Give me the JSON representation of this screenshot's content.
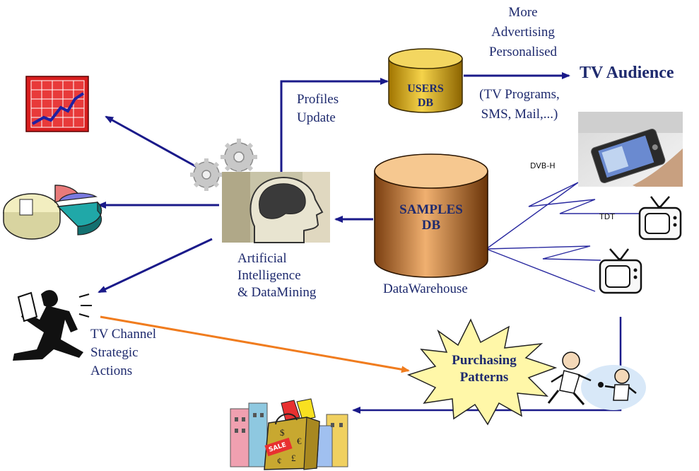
{
  "labels": {
    "more_advertising": [
      "More",
      "Advertising",
      "Personalised"
    ],
    "tv_audience": "TV Audience",
    "channels_note": [
      "(TV Programs,",
      "SMS, Mail,...)"
    ],
    "users_db": [
      "USERS",
      "DB"
    ],
    "profiles_update": [
      "Profiles",
      "Update"
    ],
    "samples_db": [
      "SAMPLES",
      "DB"
    ],
    "data_warehouse": "DataWarehouse",
    "ai": [
      "Artificial",
      "Intelligence",
      "& DataMining"
    ],
    "dvb_h": "DVB-H",
    "tdt": "TDT",
    "tv_channel_actions": [
      "TV Channel",
      "Strategic",
      "Actions"
    ],
    "purchasing_patterns": [
      "Purchasing",
      "Patterns"
    ],
    "sale_tag": "SALE"
  },
  "colors": {
    "arrow": "#1a1a8a",
    "orange_arrow": "#f07c1e",
    "text": "#1e2a6e",
    "db_gold": "#d4a017",
    "db_brown": "#b06a2a",
    "starburst": "#fff7a8",
    "chart_red": "#e02020"
  },
  "icons": [
    "line-chart-icon",
    "pie-chart-icon",
    "gears-icon",
    "brain-head-icon",
    "pda-device-icon",
    "tv-icon",
    "tv-icon",
    "businessman-icon",
    "shopping-bags-icon",
    "family-icon"
  ]
}
